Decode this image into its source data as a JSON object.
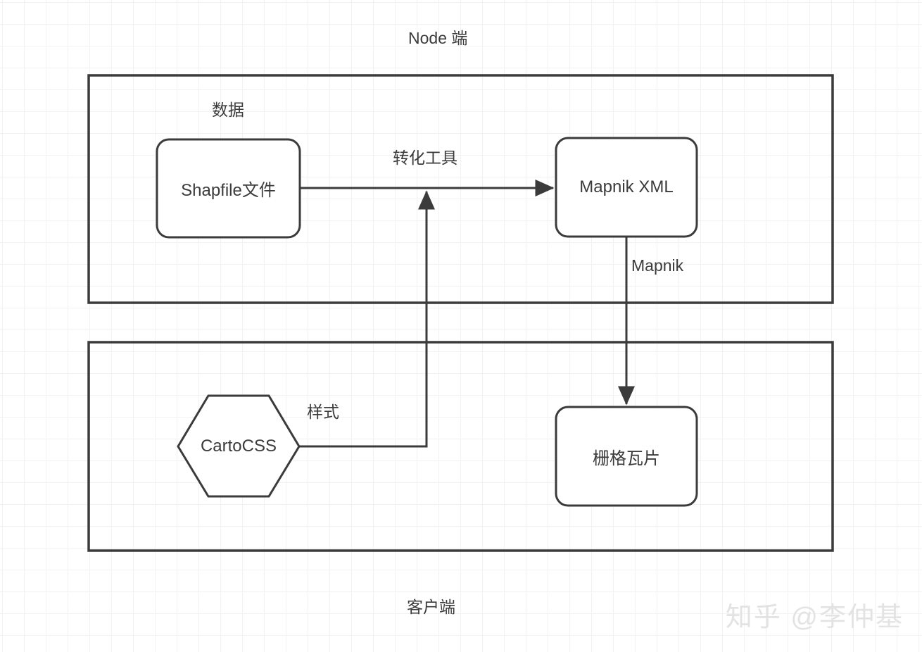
{
  "diagram": {
    "title_top": "Node 端",
    "title_bottom": "客户端",
    "watermark": "知乎 @李仲基",
    "colors": {
      "stroke": "#3b3b3b",
      "text": "#3b3b3b",
      "background": "#ffffff",
      "grid_minor": "#f2f2f2",
      "grid_major": "#ededed",
      "watermark": "#e3e3e3"
    },
    "containers": [
      {
        "name": "node-container",
        "label": "Node 端"
      },
      {
        "name": "client-container",
        "label": "客户端"
      }
    ],
    "nodes": [
      {
        "id": "shapefile",
        "label": "Shapfile文件",
        "shape": "rounded-rect"
      },
      {
        "id": "mapnik-xml",
        "label": "Mapnik XML",
        "shape": "rounded-rect"
      },
      {
        "id": "cartocss",
        "label": "CartoCSS",
        "shape": "hexagon"
      },
      {
        "id": "raster-tile",
        "label": "栅格瓦片",
        "shape": "rounded-rect"
      }
    ],
    "group_labels": [
      {
        "id": "data-group",
        "label": "数据"
      }
    ],
    "edges": [
      {
        "id": "shapefile-to-xml",
        "label": "转化工具",
        "from": "shapefile",
        "to": "mapnik-xml"
      },
      {
        "id": "xml-to-tile",
        "label": "Mapnik",
        "from": "mapnik-xml",
        "to": "raster-tile"
      },
      {
        "id": "cartocss-to-converter",
        "label": "样式",
        "from": "cartocss",
        "to": "shapefile-to-xml"
      }
    ]
  }
}
